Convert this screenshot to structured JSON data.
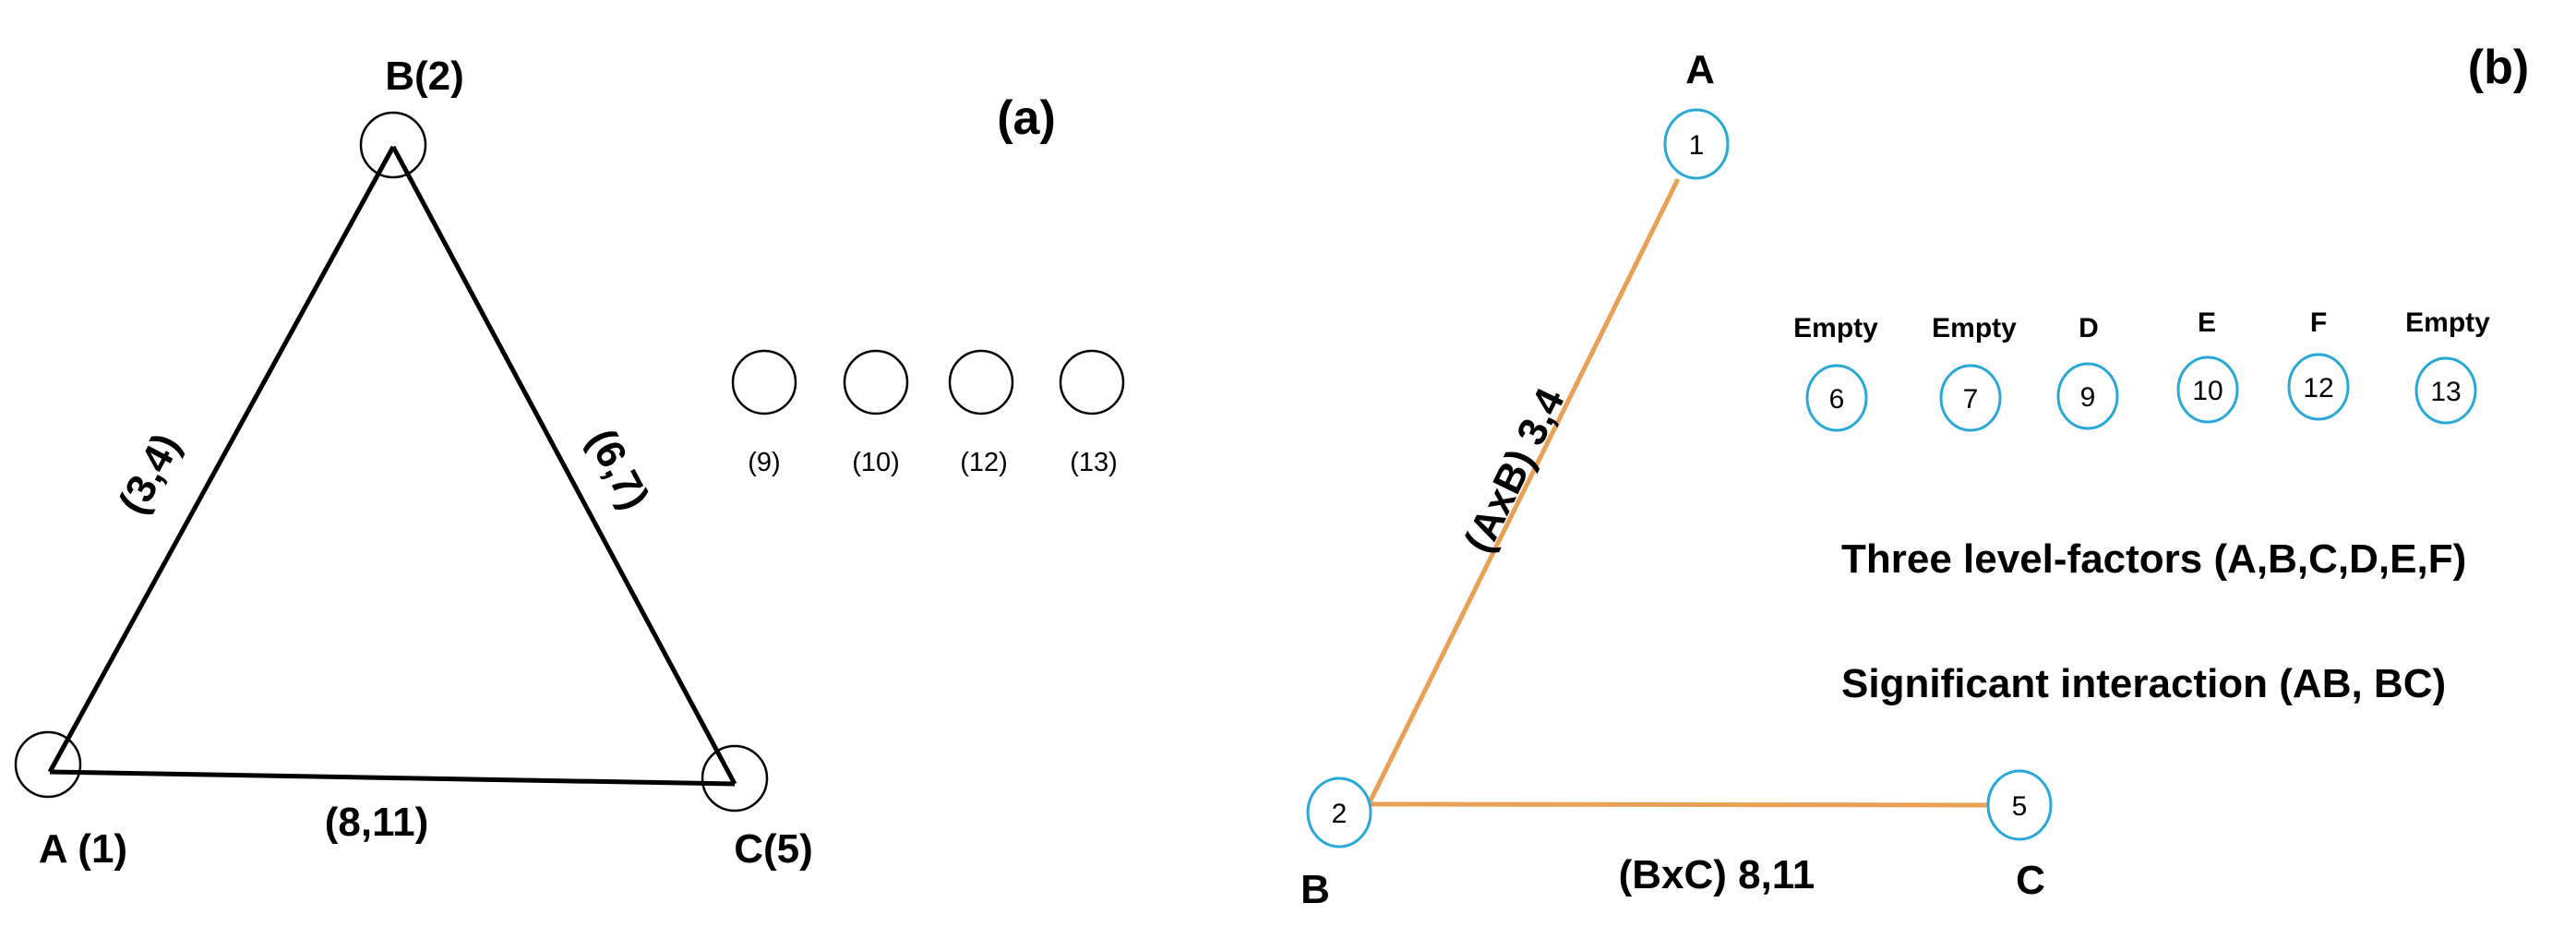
{
  "panel_a": {
    "label": "(a)",
    "vertices": {
      "A": "A (1)",
      "B": "B(2)",
      "C": "C(5)"
    },
    "edges": {
      "AB": "(3,4)",
      "BC": "(6,7)",
      "AC": "(8,11)"
    },
    "unassigned_columns": [
      "(9)",
      "(10)",
      "(12)",
      "(13)"
    ]
  },
  "panel_b": {
    "label": "(b)",
    "nodes": [
      {
        "letter": "A",
        "number": "1"
      },
      {
        "letter": "B",
        "number": "2"
      },
      {
        "letter": "C",
        "number": "5"
      }
    ],
    "edges": {
      "AB": "(AxB) 3,4",
      "BC": "(BxC) 8,11"
    },
    "columns": [
      {
        "factor": "Empty",
        "number": "6"
      },
      {
        "factor": "Empty",
        "number": "7"
      },
      {
        "factor": "D",
        "number": "9"
      },
      {
        "factor": "E",
        "number": "10"
      },
      {
        "factor": "F",
        "number": "12"
      },
      {
        "factor": "Empty",
        "number": "13"
      }
    ],
    "notes": [
      "Three level-factors (A,B,C,D,E,F)",
      "Significant interaction (AB, BC)"
    ],
    "colors": {
      "edge": "#E8A054",
      "node_ring": "#29A8D8"
    }
  },
  "colors": {
    "panel_a_line": "#000000",
    "text": "#000000"
  }
}
